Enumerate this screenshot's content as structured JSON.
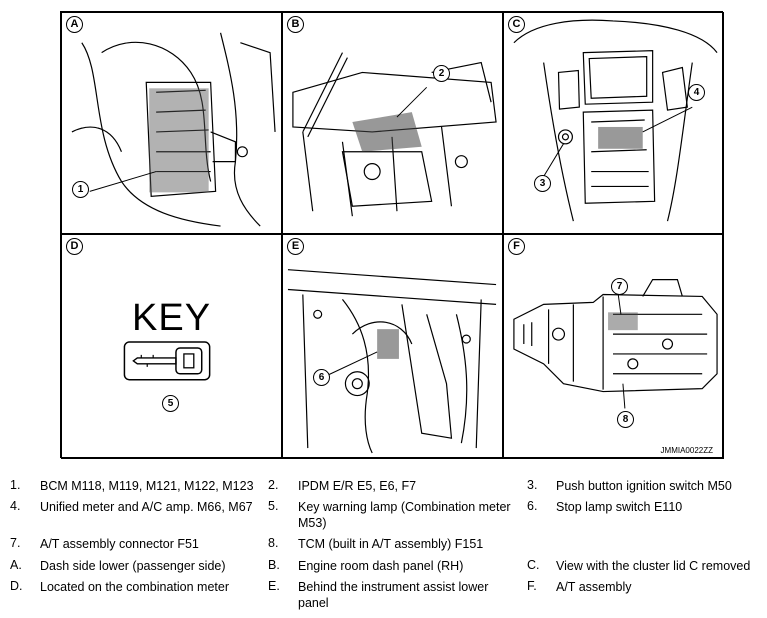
{
  "panels": [
    {
      "letter": "A",
      "callouts": [
        "1"
      ]
    },
    {
      "letter": "B",
      "callouts": [
        "2"
      ]
    },
    {
      "letter": "C",
      "callouts": [
        "3",
        "4"
      ]
    },
    {
      "letter": "D",
      "callouts": [
        "5"
      ],
      "key_text": "KEY"
    },
    {
      "letter": "E",
      "callouts": [
        "6"
      ]
    },
    {
      "letter": "F",
      "callouts": [
        "7",
        "8"
      ],
      "figure_code": "JMMIA0022ZZ"
    }
  ],
  "legend": [
    [
      {
        "n": "1.",
        "t": "BCM M118, M119, M121, M122, M123"
      },
      {
        "n": "2.",
        "t": "IPDM E/R E5, E6, F7"
      },
      {
        "n": "3.",
        "t": "Push button ignition switch M50"
      }
    ],
    [
      {
        "n": "4.",
        "t": "Unified meter and A/C amp. M66, M67"
      },
      {
        "n": "5.",
        "t": "Key warning lamp (Combination meter M53)"
      },
      {
        "n": "6.",
        "t": "Stop lamp switch E110"
      }
    ],
    [
      {
        "n": "7.",
        "t": "A/T assembly connector F51"
      },
      {
        "n": "8.",
        "t": "TCM (built in A/T assembly) F151"
      },
      {
        "n": "",
        "t": ""
      }
    ],
    [
      {
        "n": "A.",
        "t": "Dash side lower (passenger side)"
      },
      {
        "n": "B.",
        "t": "Engine room dash panel (RH)"
      },
      {
        "n": "C.",
        "t": "View with the cluster lid C removed"
      }
    ],
    [
      {
        "n": "D.",
        "t": "Located on the combination meter"
      },
      {
        "n": "E.",
        "t": "Behind the instrument assist lower panel"
      },
      {
        "n": "F.",
        "t": "A/T assembly"
      }
    ]
  ]
}
